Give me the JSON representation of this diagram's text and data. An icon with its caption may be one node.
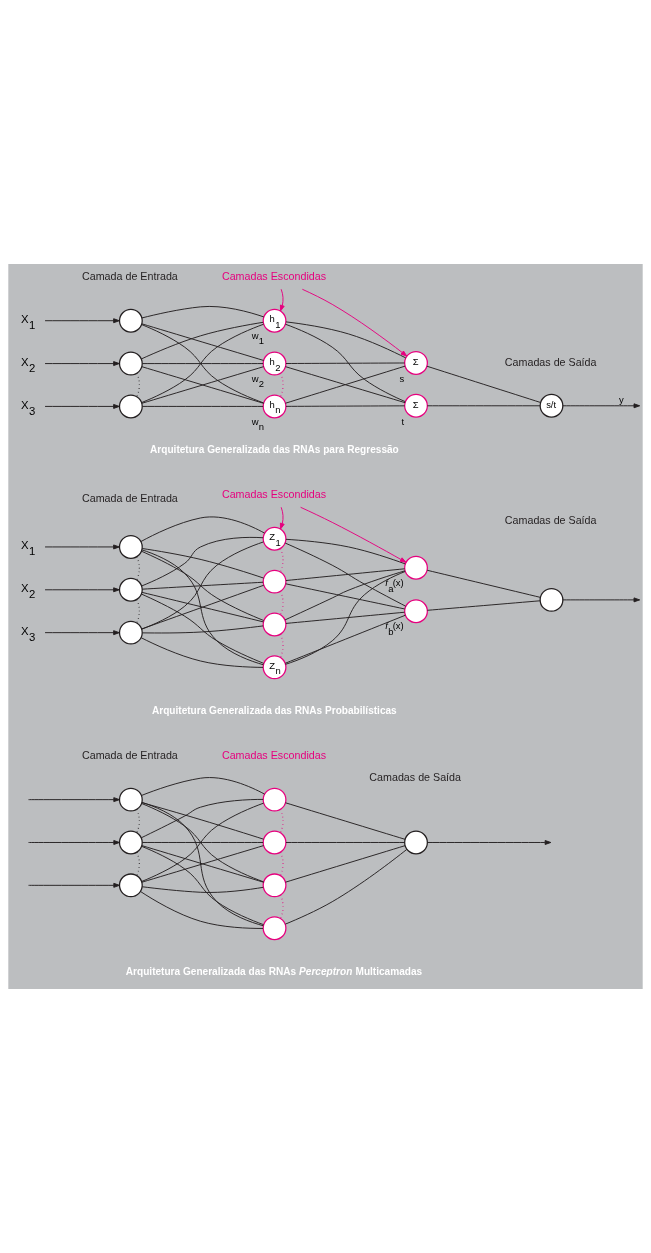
{
  "diagram": {
    "nodes": [
      {
        "text": [
          "X$_{1}$"
        ]
      },
      {
        "text": [
          "X$_{2}$"
        ]
      },
      {
        "text": [
          "X$_{3}$"
        ]
      },
      {
        "text": [],
        "shape": "circle"
      },
      {
        "text": [],
        "shape": "circle"
      },
      {
        "text": [],
        "shape": "circle"
      },
      {
        "text": [
          "h$_{1}$"
        ],
        "beside": [
          "w$_{1}$"
        ]
      },
      {
        "text": [
          "h$_{2}$"
        ],
        "beside": [
          "w$_{2}$"
        ]
      },
      {
        "text": [
          "h$_{n}$"
        ],
        "beside": [
          "w$_{n}$"
        ]
      },
      {
        "text": [
          "Σ"
        ],
        "beside": [
          "s"
        ]
      },
      {
        "text": [
          "Σ"
        ],
        "beside": [
          "t"
        ]
      },
      {
        "text": [
          "s/t"
        ]
      },
      {
        "text": [
          "Camadas Escondidas"
        ]
      },
      {
        "text": [
          "X$_{1}$"
        ]
      },
      {
        "text": [
          "X$_{2}$"
        ]
      },
      {
        "text": [
          "X$_{3}$"
        ]
      },
      {
        "text": [],
        "shape": "circle"
      },
      {
        "text": [],
        "shape": "circle"
      },
      {
        "text": [],
        "shape": "circle"
      },
      {
        "text": [
          "Z$_{1}$"
        ]
      },
      {
        "text": [],
        "shape": "circle"
      },
      {
        "text": [],
        "shape": "circle"
      },
      {
        "text": [
          "Z$_{n}$"
        ]
      },
      {
        "text": [],
        "shape": "circle",
        "beside": [
          "*f*$_{a}$(x)"
        ]
      },
      {
        "text": [],
        "shape": "circle",
        "beside": [
          "*f*$_{b}$(x)"
        ]
      },
      {
        "text": [],
        "shape": "circle"
      },
      {
        "text": [
          "Camadas Escondidas"
        ]
      },
      {
        "text": [],
        "shape": "circle"
      },
      {
        "text": [],
        "shape": "circle"
      },
      {
        "text": [],
        "shape": "circle"
      },
      {
        "text": [],
        "shape": "circle"
      },
      {
        "text": [],
        "shape": "circle"
      },
      {
        "text": [],
        "shape": "circle"
      },
      {
        "text": [],
        "shape": "circle"
      },
      {
        "text": [],
        "shape": "circle"
      }
    ],
    "edges": [
      {
        "from": 0,
        "to": 3,
        "arrow": "to"
      },
      {
        "from": 1,
        "to": 4,
        "arrow": "to"
      },
      {
        "from": 2,
        "to": 5,
        "arrow": "to"
      },
      {
        "from": 3,
        "to": 6,
        "arrow": "none"
      },
      {
        "from": 3,
        "to": 7,
        "arrow": "none"
      },
      {
        "from": 3,
        "to": 8,
        "arrow": "none"
      },
      {
        "from": 4,
        "to": 6,
        "arrow": "none"
      },
      {
        "from": 4,
        "to": 7,
        "arrow": "none"
      },
      {
        "from": 4,
        "to": 8,
        "arrow": "none"
      },
      {
        "from": 5,
        "to": 6,
        "arrow": "none"
      },
      {
        "from": 5,
        "to": 7,
        "arrow": "none"
      },
      {
        "from": 5,
        "to": 8,
        "arrow": "none"
      },
      {
        "from": 6,
        "to": 9,
        "arrow": "none"
      },
      {
        "from": 6,
        "to": 10,
        "arrow": "none"
      },
      {
        "from": 7,
        "to": 9,
        "arrow": "none"
      },
      {
        "from": 7,
        "to": 10,
        "arrow": "none"
      },
      {
        "from": 8,
        "to": 9,
        "arrow": "none"
      },
      {
        "from": 8,
        "to": 10,
        "arrow": "none"
      },
      {
        "from": 9,
        "to": 11,
        "arrow": "none"
      },
      {
        "from": 10,
        "to": 11,
        "arrow": "none"
      },
      {
        "from": 11,
        "to": null,
        "arrow": "to",
        "label": "y"
      },
      {
        "from": 4,
        "to": 5,
        "arrow": "none",
        "style": "dashed"
      },
      {
        "from": 7,
        "to": 8,
        "arrow": "none",
        "style": "dashed",
        "color": "#e6007e"
      },
      {
        "from": 12,
        "to": 6,
        "arrow": "to",
        "color": "#e6007e"
      },
      {
        "from": 12,
        "to": 9,
        "arrow": "to",
        "color": "#e6007e"
      },
      {
        "from": 13,
        "to": 16,
        "arrow": "to"
      },
      {
        "from": 14,
        "to": 17,
        "arrow": "to"
      },
      {
        "from": 15,
        "to": 18,
        "arrow": "to"
      },
      {
        "from": 16,
        "to": 19,
        "arrow": "none"
      },
      {
        "from": 16,
        "to": 20,
        "arrow": "none"
      },
      {
        "from": 16,
        "to": 21,
        "arrow": "none"
      },
      {
        "from": 16,
        "to": 22,
        "arrow": "none"
      },
      {
        "from": 17,
        "to": 19,
        "arrow": "none"
      },
      {
        "from": 17,
        "to": 20,
        "arrow": "none"
      },
      {
        "from": 17,
        "to": 21,
        "arrow": "none"
      },
      {
        "from": 17,
        "to": 22,
        "arrow": "none"
      },
      {
        "from": 18,
        "to": 19,
        "arrow": "none"
      },
      {
        "from": 18,
        "to": 20,
        "arrow": "none"
      },
      {
        "from": 18,
        "to": 21,
        "arrow": "none"
      },
      {
        "from": 18,
        "to": 22,
        "arrow": "none"
      },
      {
        "from": 19,
        "to": 23,
        "arrow": "none"
      },
      {
        "from": 19,
        "to": 24,
        "arrow": "none"
      },
      {
        "from": 20,
        "to": 23,
        "arrow": "none"
      },
      {
        "from": 20,
        "to": 24,
        "arrow": "none"
      },
      {
        "from": 21,
        "to": 23,
        "arrow": "none"
      },
      {
        "from": 21,
        "to": 24,
        "arrow": "none"
      },
      {
        "from": 22,
        "to": 23,
        "arrow": "none"
      },
      {
        "from": 22,
        "to": 24,
        "arrow": "none"
      },
      {
        "from": 23,
        "to": 25,
        "arrow": "none"
      },
      {
        "from": 24,
        "to": 25,
        "arrow": "none"
      },
      {
        "from": 25,
        "to": null,
        "arrow": "to"
      },
      {
        "from": 16,
        "to": 17,
        "arrow": "none",
        "style": "dashed"
      },
      {
        "from": 17,
        "to": 18,
        "arrow": "none",
        "style": "dashed"
      },
      {
        "from": 19,
        "to": 20,
        "arrow": "none",
        "style": "dashed",
        "color": "#e6007e"
      },
      {
        "from": 20,
        "to": 21,
        "arrow": "none",
        "style": "dashed",
        "color": "#e6007e"
      },
      {
        "from": 21,
        "to": 22,
        "arrow": "none",
        "style": "dashed",
        "color": "#e6007e"
      },
      {
        "from": 26,
        "to": 19,
        "arrow": "to",
        "color": "#e6007e"
      },
      {
        "from": 26,
        "to": 23,
        "arrow": "to",
        "color": "#e6007e"
      },
      {
        "from": null,
        "to": 27,
        "arrow": "to"
      },
      {
        "from": null,
        "to": 28,
        "arrow": "to"
      },
      {
        "from": null,
        "to": 29,
        "arrow": "to"
      },
      {
        "from": 27,
        "to": 30,
        "arrow": "none"
      },
      {
        "from": 27,
        "to": 31,
        "arrow": "none"
      },
      {
        "from": 27,
        "to": 32,
        "arrow": "none"
      },
      {
        "from": 27,
        "to": 33,
        "arrow": "none"
      },
      {
        "from": 28,
        "to": 30,
        "arrow": "none"
      },
      {
        "from": 28,
        "to": 31,
        "arrow": "none"
      },
      {
        "from": 28,
        "to": 32,
        "arrow": "none"
      },
      {
        "from": 28,
        "to": 33,
        "arrow": "none"
      },
      {
        "from": 29,
        "to": 30,
        "arrow": "none"
      },
      {
        "from": 29,
        "to": 31,
        "arrow": "none"
      },
      {
        "from": 29,
        "to": 32,
        "arrow": "none"
      },
      {
        "from": 29,
        "to": 33,
        "arrow": "none"
      },
      {
        "from": 30,
        "to": 34,
        "arrow": "none"
      },
      {
        "from": 31,
        "to": 34,
        "arrow": "none"
      },
      {
        "from": 32,
        "to": 34,
        "arrow": "none"
      },
      {
        "from": 33,
        "to": 34,
        "arrow": "none"
      },
      {
        "from": 34,
        "to": null,
        "arrow": "to"
      },
      {
        "from": 27,
        "to": 28,
        "arrow": "none",
        "style": "dashed"
      },
      {
        "from": 28,
        "to": 29,
        "arrow": "none",
        "style": "dashed"
      },
      {
        "from": 30,
        "to": 31,
        "arrow": "none",
        "style": "dashed",
        "color": "#e6007e"
      },
      {
        "from": 31,
        "to": 32,
        "arrow": "none",
        "style": "dashed",
        "color": "#e6007e"
      },
      {
        "from": 32,
        "to": 33,
        "arrow": "none",
        "style": "dashed",
        "color": "#e6007e"
      }
    ],
    "labels": [
      "Camada de Entrada",
      "Camadas de Saída",
      "Arquitetura Generalizada das RNAs para Regressão",
      "Camada de Entrada",
      "Camadas de Saída",
      "Arquitetura Generalizada das RNAs Probabilísticas",
      "Camada de Entrada",
      "Camadas Escondidas",
      "Camadas de Saída",
      "Arquitetura Generalizada das RNAs *Perceptron* Multicamadas"
    ]
  }
}
